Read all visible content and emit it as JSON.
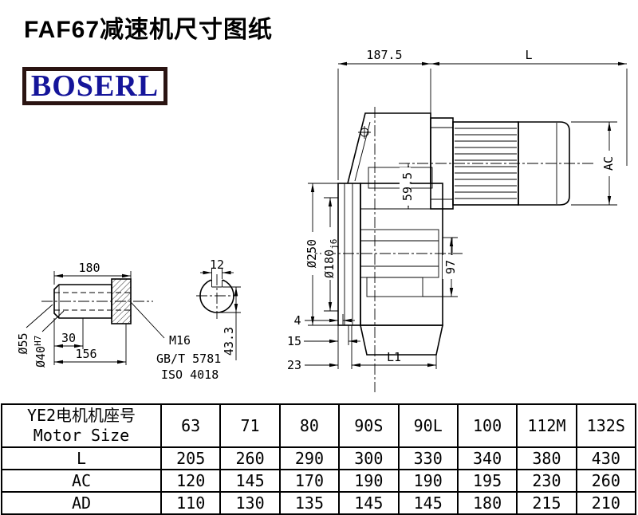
{
  "page": {
    "title": "FAF67减速机尺寸图纸",
    "logo_text": "BOSERL"
  },
  "colors": {
    "logo_text": "#15159a",
    "logo_border": "#2a1412",
    "line": "#000000"
  },
  "drawing": {
    "dim_187_5": "187.5",
    "dim_L": "L",
    "dim_AC": "AC",
    "dim_d250": "Ø250",
    "dim_d180": "Ø180",
    "dim_d180_tol": "j6",
    "dim_59_5": "59.5",
    "dim_97": "97",
    "dim_4": "4",
    "dim_15": "15",
    "dim_23": "23",
    "dim_L1": "L1",
    "shaft": {
      "dim_180": "180",
      "dim_12": "12",
      "dim_d55": "Ø55",
      "dim_d40": "Ø40",
      "dim_d40_tol": "H7",
      "dim_30": "30",
      "dim_156": "156",
      "thread": "M16",
      "std1": "GB/T 5781",
      "std2": "ISO 4018",
      "dim_43_3": "43.3"
    }
  },
  "table": {
    "header": {
      "line1": "YE2电机机座号",
      "line2": "Motor Size"
    },
    "columns": [
      "63",
      "71",
      "80",
      "90S",
      "90L",
      "100",
      "112M",
      "132S"
    ],
    "rows": [
      {
        "label": "L",
        "values": [
          "205",
          "260",
          "290",
          "300",
          "330",
          "340",
          "380",
          "430"
        ]
      },
      {
        "label": "AC",
        "values": [
          "120",
          "145",
          "170",
          "190",
          "190",
          "195",
          "230",
          "260"
        ]
      },
      {
        "label": "AD",
        "values": [
          "110",
          "130",
          "135",
          "145",
          "145",
          "180",
          "215",
          "210"
        ]
      }
    ]
  }
}
